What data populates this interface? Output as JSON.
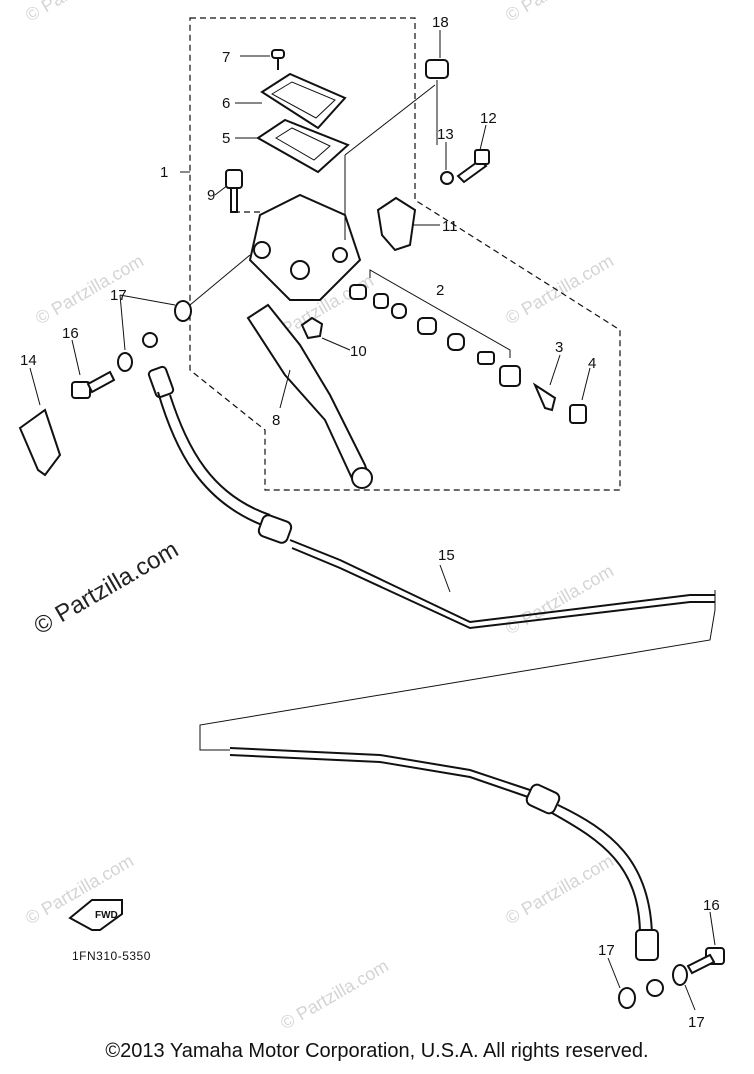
{
  "watermark": {
    "text": "© Partzilla.com",
    "short": "© Partzilla.com"
  },
  "diagram_code": "1FN310-5350",
  "fwd_label": "FWD",
  "callouts": {
    "c1": "1",
    "c2": "2",
    "c3": "3",
    "c4": "4",
    "c5": "5",
    "c6": "6",
    "c7": "7",
    "c8": "8",
    "c9": "9",
    "c10": "10",
    "c11": "11",
    "c12": "12",
    "c13": "13",
    "c14": "14",
    "c15": "15",
    "c16a": "16",
    "c16b": "16",
    "c17a": "17",
    "c17b": "17",
    "c17c": "17",
    "c18": "18"
  },
  "copyright": "©2013 Yamaha Motor Corporation, U.S.A. All rights reserved."
}
